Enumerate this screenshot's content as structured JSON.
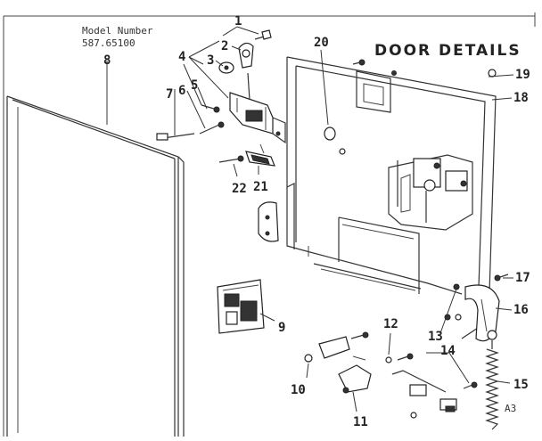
{
  "header": {
    "model_label": "Model Number",
    "model_number": "587.65100",
    "title": "DOOR DETAILS",
    "corner_code": "A3"
  },
  "callouts": [
    "1",
    "2",
    "3",
    "4",
    "5",
    "6",
    "7",
    "8",
    "9",
    "10",
    "11",
    "12",
    "13",
    "14",
    "15",
    "16",
    "17",
    "18",
    "19",
    "20",
    "21",
    "22"
  ]
}
